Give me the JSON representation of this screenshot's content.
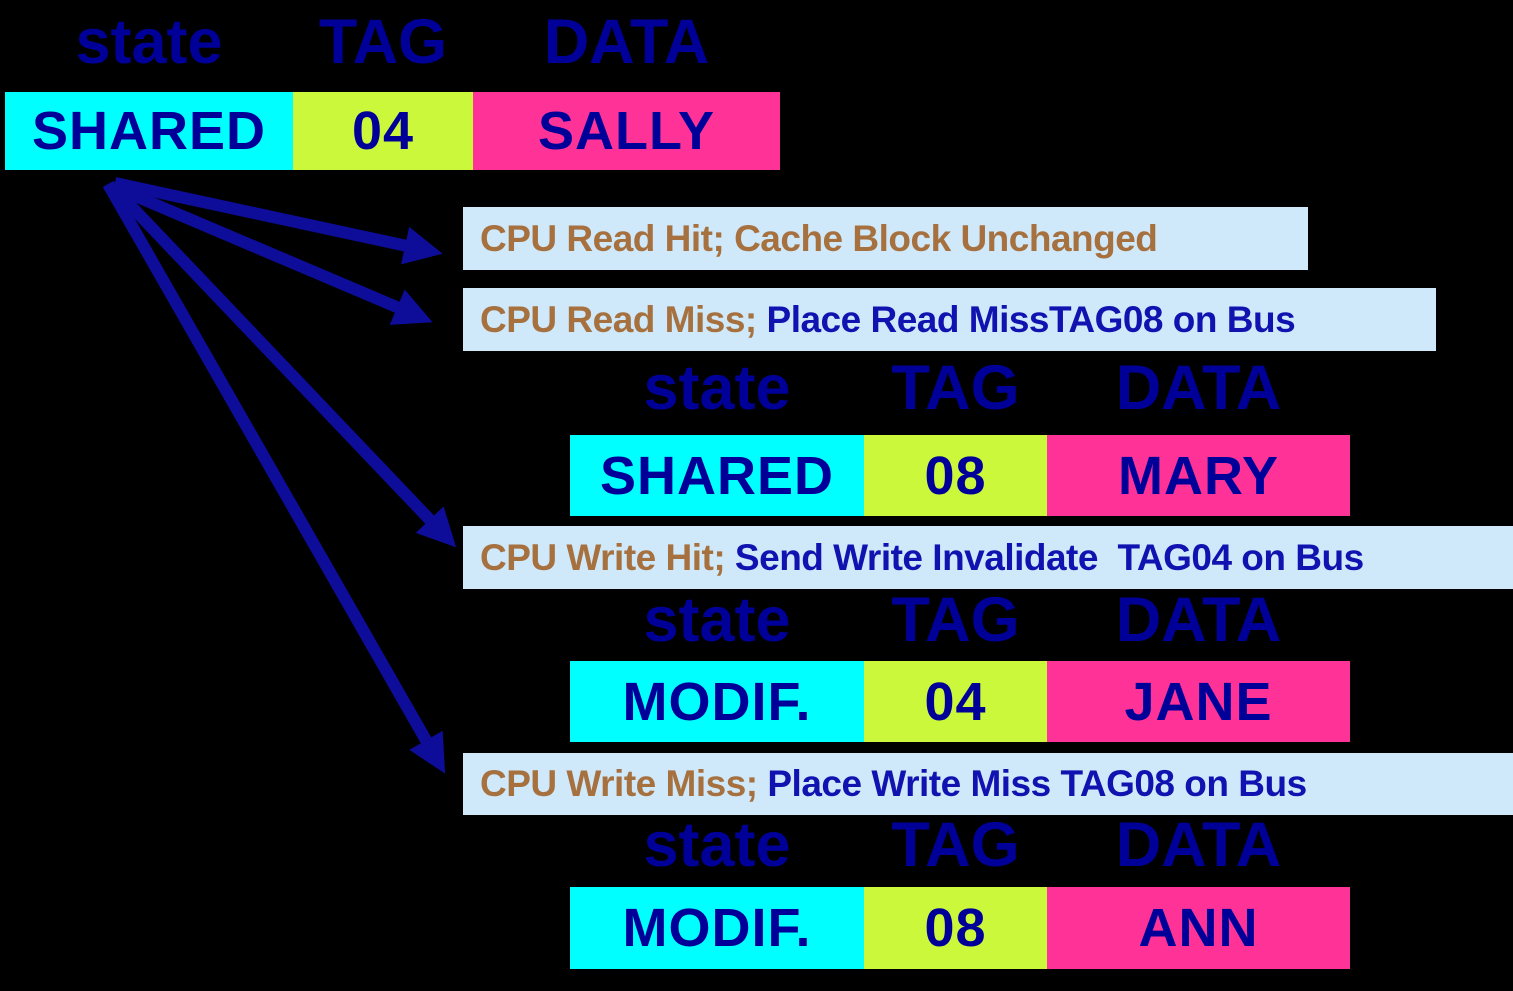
{
  "columns": {
    "state": "state",
    "tag": "TAG",
    "data": "DATA"
  },
  "tables": [
    {
      "state": "SHARED",
      "tag": "04",
      "data": "SALLY"
    },
    {
      "state": "SHARED",
      "tag": "08",
      "data": "MARY"
    },
    {
      "state": "MODIF.",
      "tag": "04",
      "data": "JANE"
    },
    {
      "state": "MODIF.",
      "tag": "08",
      "data": "ANN"
    }
  ],
  "events": [
    {
      "lead": "CPU Read Hit; Cache Block Unchanged",
      "rest": ""
    },
    {
      "lead": "CPU Read Miss;",
      "rest": " Place Read MissTAG08 on Bus"
    },
    {
      "lead": "CPU Write Hit;",
      "rest": " Send Write Invalidate  TAG04 on Bus"
    },
    {
      "lead": "CPU Write Miss;",
      "rest": " Place Write Miss TAG08 on Bus"
    }
  ],
  "colors": {
    "bg": "#000000",
    "navy": "#000099",
    "box-navy": "#1212b0",
    "brown": "#a6713f",
    "cyan": "#00ffff",
    "lime": "#ccf83c",
    "pink": "#ff3397",
    "lightblue": "#cfe9fa",
    "arrow": "#0d0d99"
  }
}
